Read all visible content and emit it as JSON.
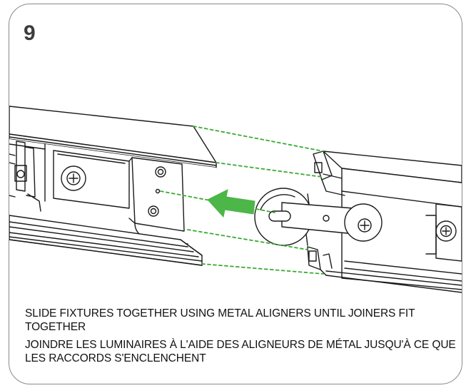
{
  "step": {
    "number": "9"
  },
  "instructions": {
    "english": "SLIDE FIXTURES TOGETHER USING METAL ALIGNERS UNTIL JOINERS FIT TOGETHER",
    "french": "JOINDRE LES LUMINAIRES À L'AIDE DES ALIGNEURS DE MÉTAL JUSQU'À CE QUE LES RACCORDS S'ENCLENCHENT"
  },
  "colors": {
    "border": "#8a8a8a",
    "line": "#1a1a1a",
    "guide": "#3aaa35",
    "arrow": "#4cb648",
    "text": "#111111"
  },
  "icons": {
    "arrow": "left-arrow-icon",
    "screw": "phillips-screw-icon"
  }
}
